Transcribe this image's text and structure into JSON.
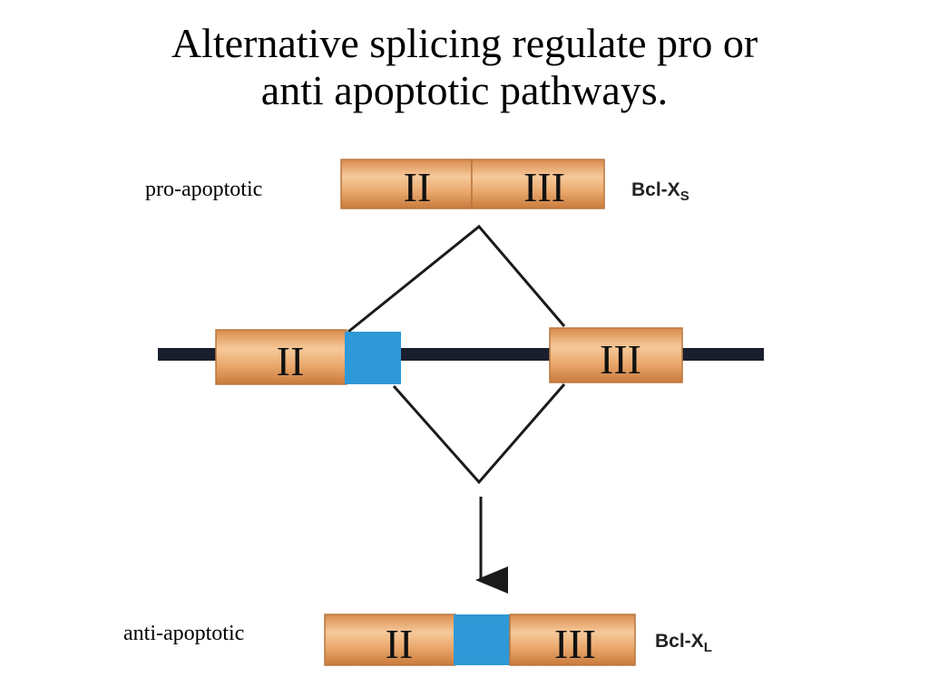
{
  "title": {
    "line1": "Alternative splicing regulate pro or",
    "line2": "anti apoptotic pathways."
  },
  "labels": {
    "pro": "pro-apoptotic",
    "anti": "anti-apoptotic"
  },
  "exons": {
    "ii": "II",
    "iii": "III"
  },
  "isoforms": {
    "short": {
      "main": "Bcl-X",
      "sub": "S"
    },
    "long": {
      "main": "Bcl-X",
      "sub": "L"
    }
  },
  "colors": {
    "exon_fill": "#e8a46a",
    "exon_highlight": "#f6c99a",
    "alt_exon": "#2f98d6",
    "intron_line": "#1a1f2e",
    "splice_line": "#1a1a1a"
  }
}
